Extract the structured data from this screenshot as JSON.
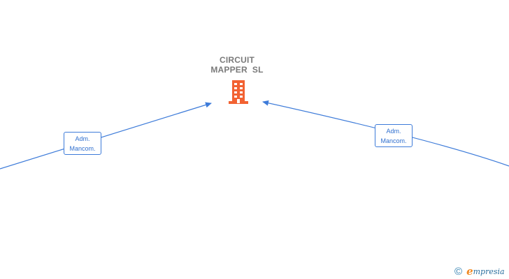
{
  "company": {
    "name_line1": "CIRCUIT",
    "name_line2": "MAPPER  SL",
    "icon": "building-icon",
    "icon_color": "#f26232"
  },
  "relations": [
    {
      "line1": "Adm.",
      "line2": "Mancom."
    },
    {
      "line1": "Adm.",
      "line2": "Mancom."
    }
  ],
  "edge_color": "#3d7bd9",
  "brand": {
    "copyright_symbol": "©",
    "logo_initial": "e",
    "logo_rest": "mpresia"
  }
}
